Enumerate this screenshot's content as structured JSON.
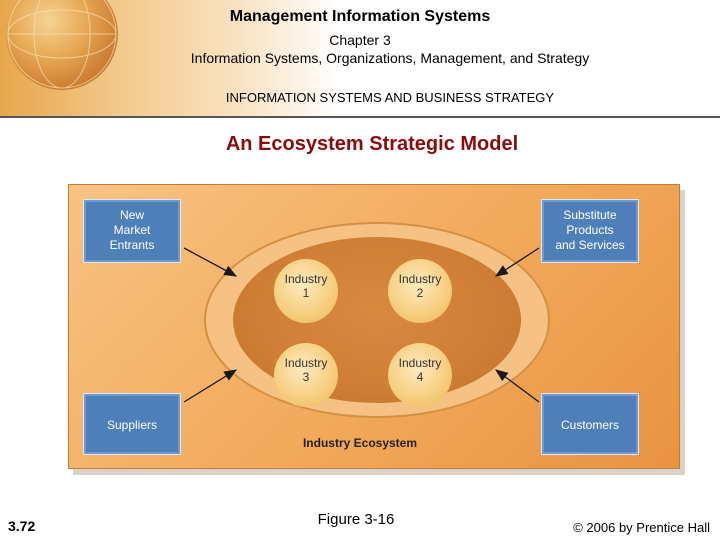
{
  "header": {
    "title": "Management Information Systems",
    "chapter": "Chapter 3",
    "chapter_subtitle": "Information Systems, Organizations, Management, and Strategy",
    "section": "INFORMATION SYSTEMS AND BUSINESS STRATEGY"
  },
  "slide_title": "An Ecosystem Strategic Model",
  "diagram": {
    "boxes": {
      "new_entrants": [
        "New",
        "Market",
        "Entrants"
      ],
      "substitutes": [
        "Substitute",
        "Products",
        "and Services"
      ],
      "suppliers": [
        "Suppliers"
      ],
      "customers": [
        "Customers"
      ]
    },
    "industries": [
      {
        "label": "Industry",
        "num": "1"
      },
      {
        "label": "Industry",
        "num": "2"
      },
      {
        "label": "Industry",
        "num": "3"
      },
      {
        "label": "Industry",
        "num": "4"
      }
    ],
    "ecosystem_label": "Industry Ecosystem"
  },
  "footer": {
    "slide_number": "3.72",
    "figure": "Figure 3-16",
    "copyright": "© 2006 by Prentice Hall"
  },
  "colors": {
    "title_red": "#8b0a0a",
    "box_blue": "#4f7fb9",
    "diagram_orange": "#f2a95a"
  }
}
